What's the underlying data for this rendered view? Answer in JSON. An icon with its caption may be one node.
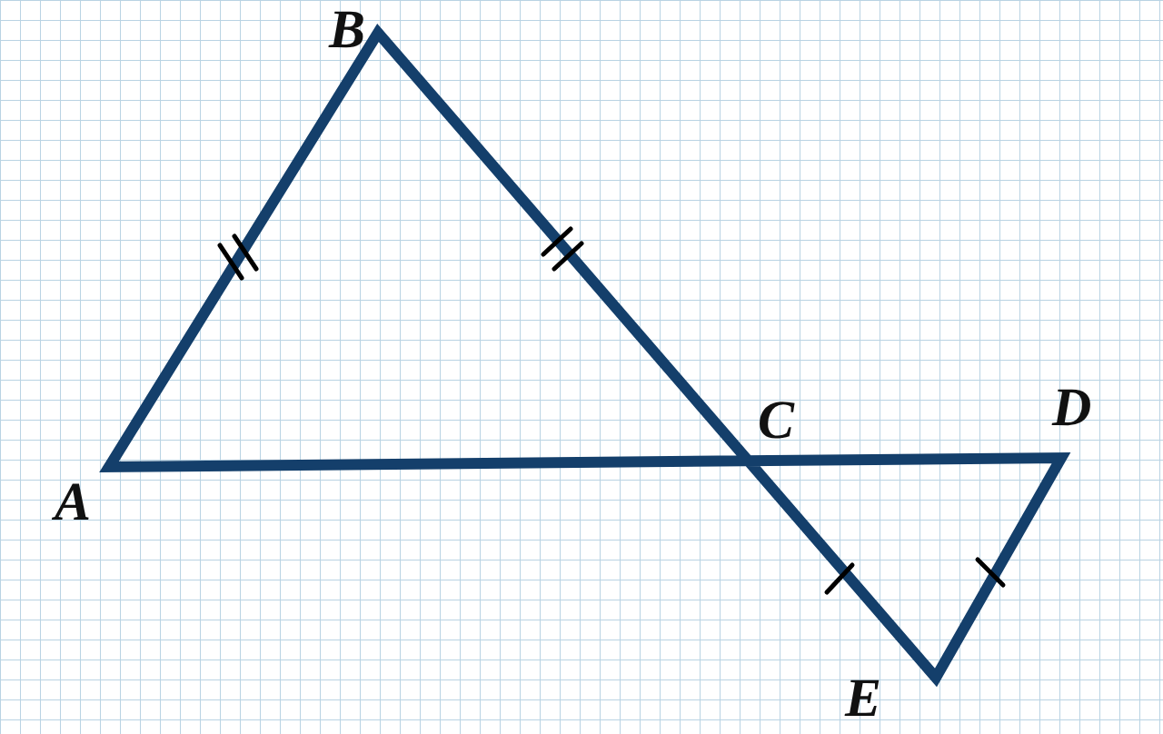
{
  "diagram": {
    "labels": [
      "B",
      "C",
      "D",
      "A",
      "E"
    ]
  }
}
